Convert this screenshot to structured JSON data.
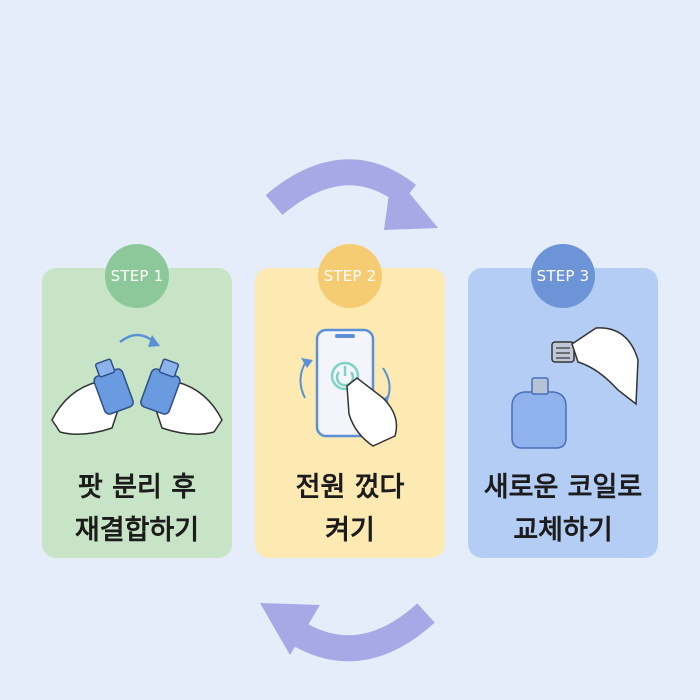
{
  "steps": [
    {
      "badge": "STEP 1",
      "line1": "팟 분리 후",
      "line2": "재결합하기"
    },
    {
      "badge": "STEP 2",
      "line1": "전원 껐다",
      "line2": "켜기"
    },
    {
      "badge": "STEP 3",
      "line1": "새로운 코일로",
      "line2": "교체하기"
    }
  ],
  "colors": {
    "background": "#e5ecfa",
    "arrow": "#a5a9e6",
    "step1": "#c8e4c6",
    "step2": "#fdeab3",
    "step3": "#b4cdf5"
  }
}
